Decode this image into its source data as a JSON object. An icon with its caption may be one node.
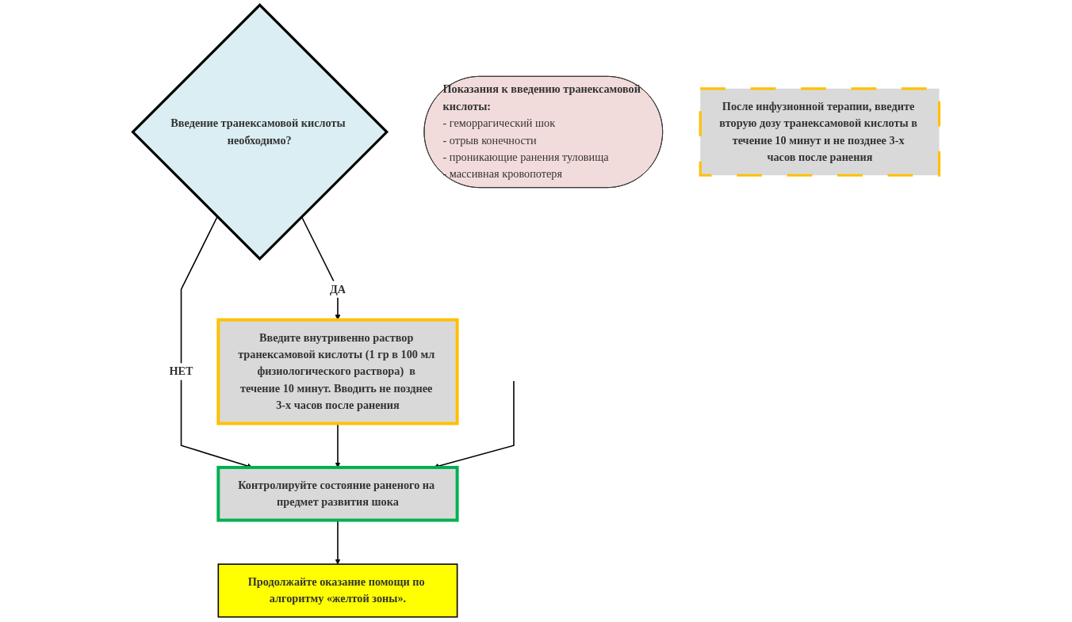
{
  "diagram": {
    "nodes": [
      {
        "text": [
          "Введите внутривенно раствор транексамовой кислоты (1 гр в 100 мл физиологического раствора)  в течение 10 минут. Вводить не позднее 3-х часов после ранения"
        ]
      },
      {
        "text": [
          "Введение транексамовой кислоты необходимо?"
        ]
      },
      {
        "text": [
          "Показания к введению транексамовой кислоты:",
          "- геморрагический шок",
          "- отрыв конечности",
          "- проникающие ранения туловища",
          "- массивная кровопотеря"
        ]
      },
      {
        "text": [
          "После инфузионной терапии, введите вторую дозу транексамовой кислоты в течение 10 минут и не позднее 3-х часов после ранения"
        ]
      },
      {
        "text": [
          "Контролируйте состояние раненого на предмет развития шока"
        ]
      },
      {
        "text": [
          "Продолжайте оказание помощи по алгоритму «желтой зоны»."
        ]
      }
    ],
    "edges": [
      {
        "from": 1,
        "to": 0,
        "arrow": "to",
        "label": "ДА"
      },
      {
        "from": 1,
        "to": 4,
        "arrow": "to",
        "label": "НЕТ"
      },
      {
        "from": 0,
        "to": 4,
        "arrow": "to"
      },
      {
        "from": null,
        "to": 4,
        "arrow": "to"
      },
      {
        "from": 4,
        "to": 5,
        "arrow": "to"
      }
    ]
  }
}
